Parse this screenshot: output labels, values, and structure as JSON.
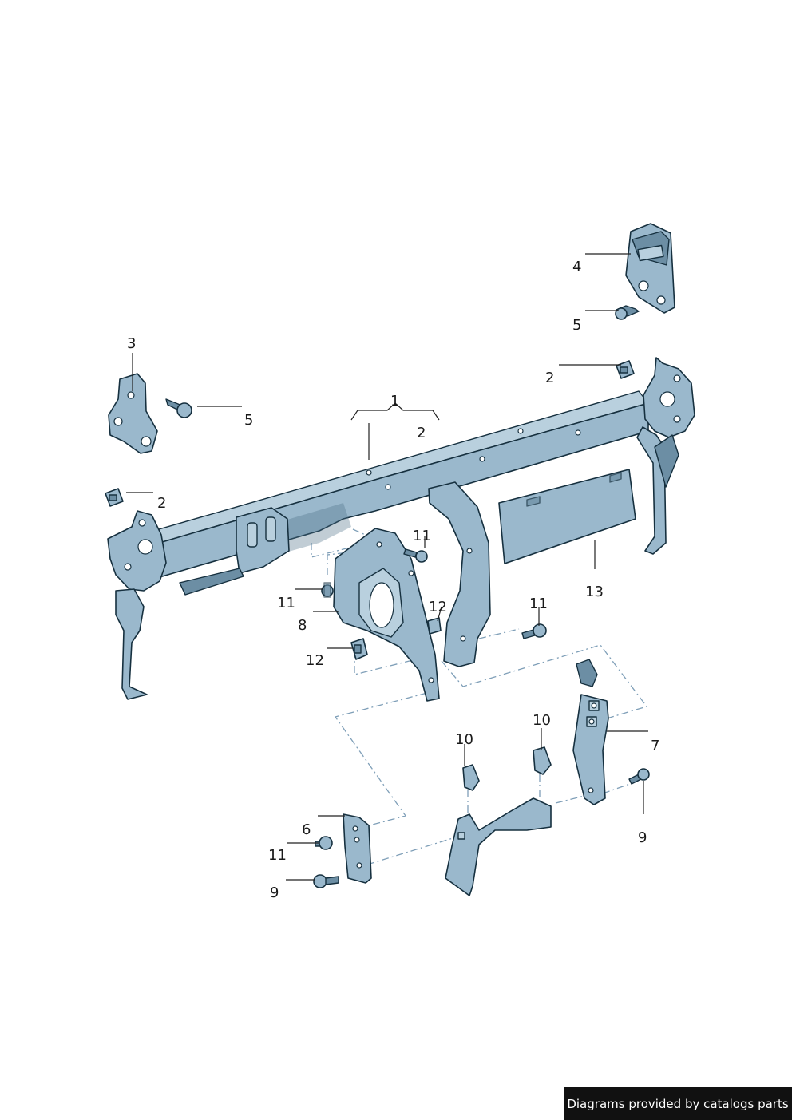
{
  "diagram": {
    "callouts": [
      {
        "id": "1",
        "text": "1"
      },
      {
        "id": "2a",
        "text": "2"
      },
      {
        "id": "2b",
        "text": "2"
      },
      {
        "id": "2c",
        "text": "2"
      },
      {
        "id": "3",
        "text": "3"
      },
      {
        "id": "4",
        "text": "4"
      },
      {
        "id": "5a",
        "text": "5"
      },
      {
        "id": "5b",
        "text": "5"
      },
      {
        "id": "6",
        "text": "6"
      },
      {
        "id": "7",
        "text": "7"
      },
      {
        "id": "8",
        "text": "8"
      },
      {
        "id": "9a",
        "text": "9"
      },
      {
        "id": "9b",
        "text": "9"
      },
      {
        "id": "10a",
        "text": "10"
      },
      {
        "id": "10b",
        "text": "10"
      },
      {
        "id": "11a",
        "text": "11"
      },
      {
        "id": "11b",
        "text": "11"
      },
      {
        "id": "11c",
        "text": "11"
      },
      {
        "id": "11d",
        "text": "11"
      },
      {
        "id": "12a",
        "text": "12"
      },
      {
        "id": "12b",
        "text": "12"
      },
      {
        "id": "13",
        "text": "13"
      }
    ],
    "colors": {
      "part_fill": "#9ab8cc",
      "part_outline": "#16303f",
      "assembly_line": "#7f9fb8"
    }
  },
  "credit": {
    "text": "Diagrams provided by catalogs parts"
  }
}
